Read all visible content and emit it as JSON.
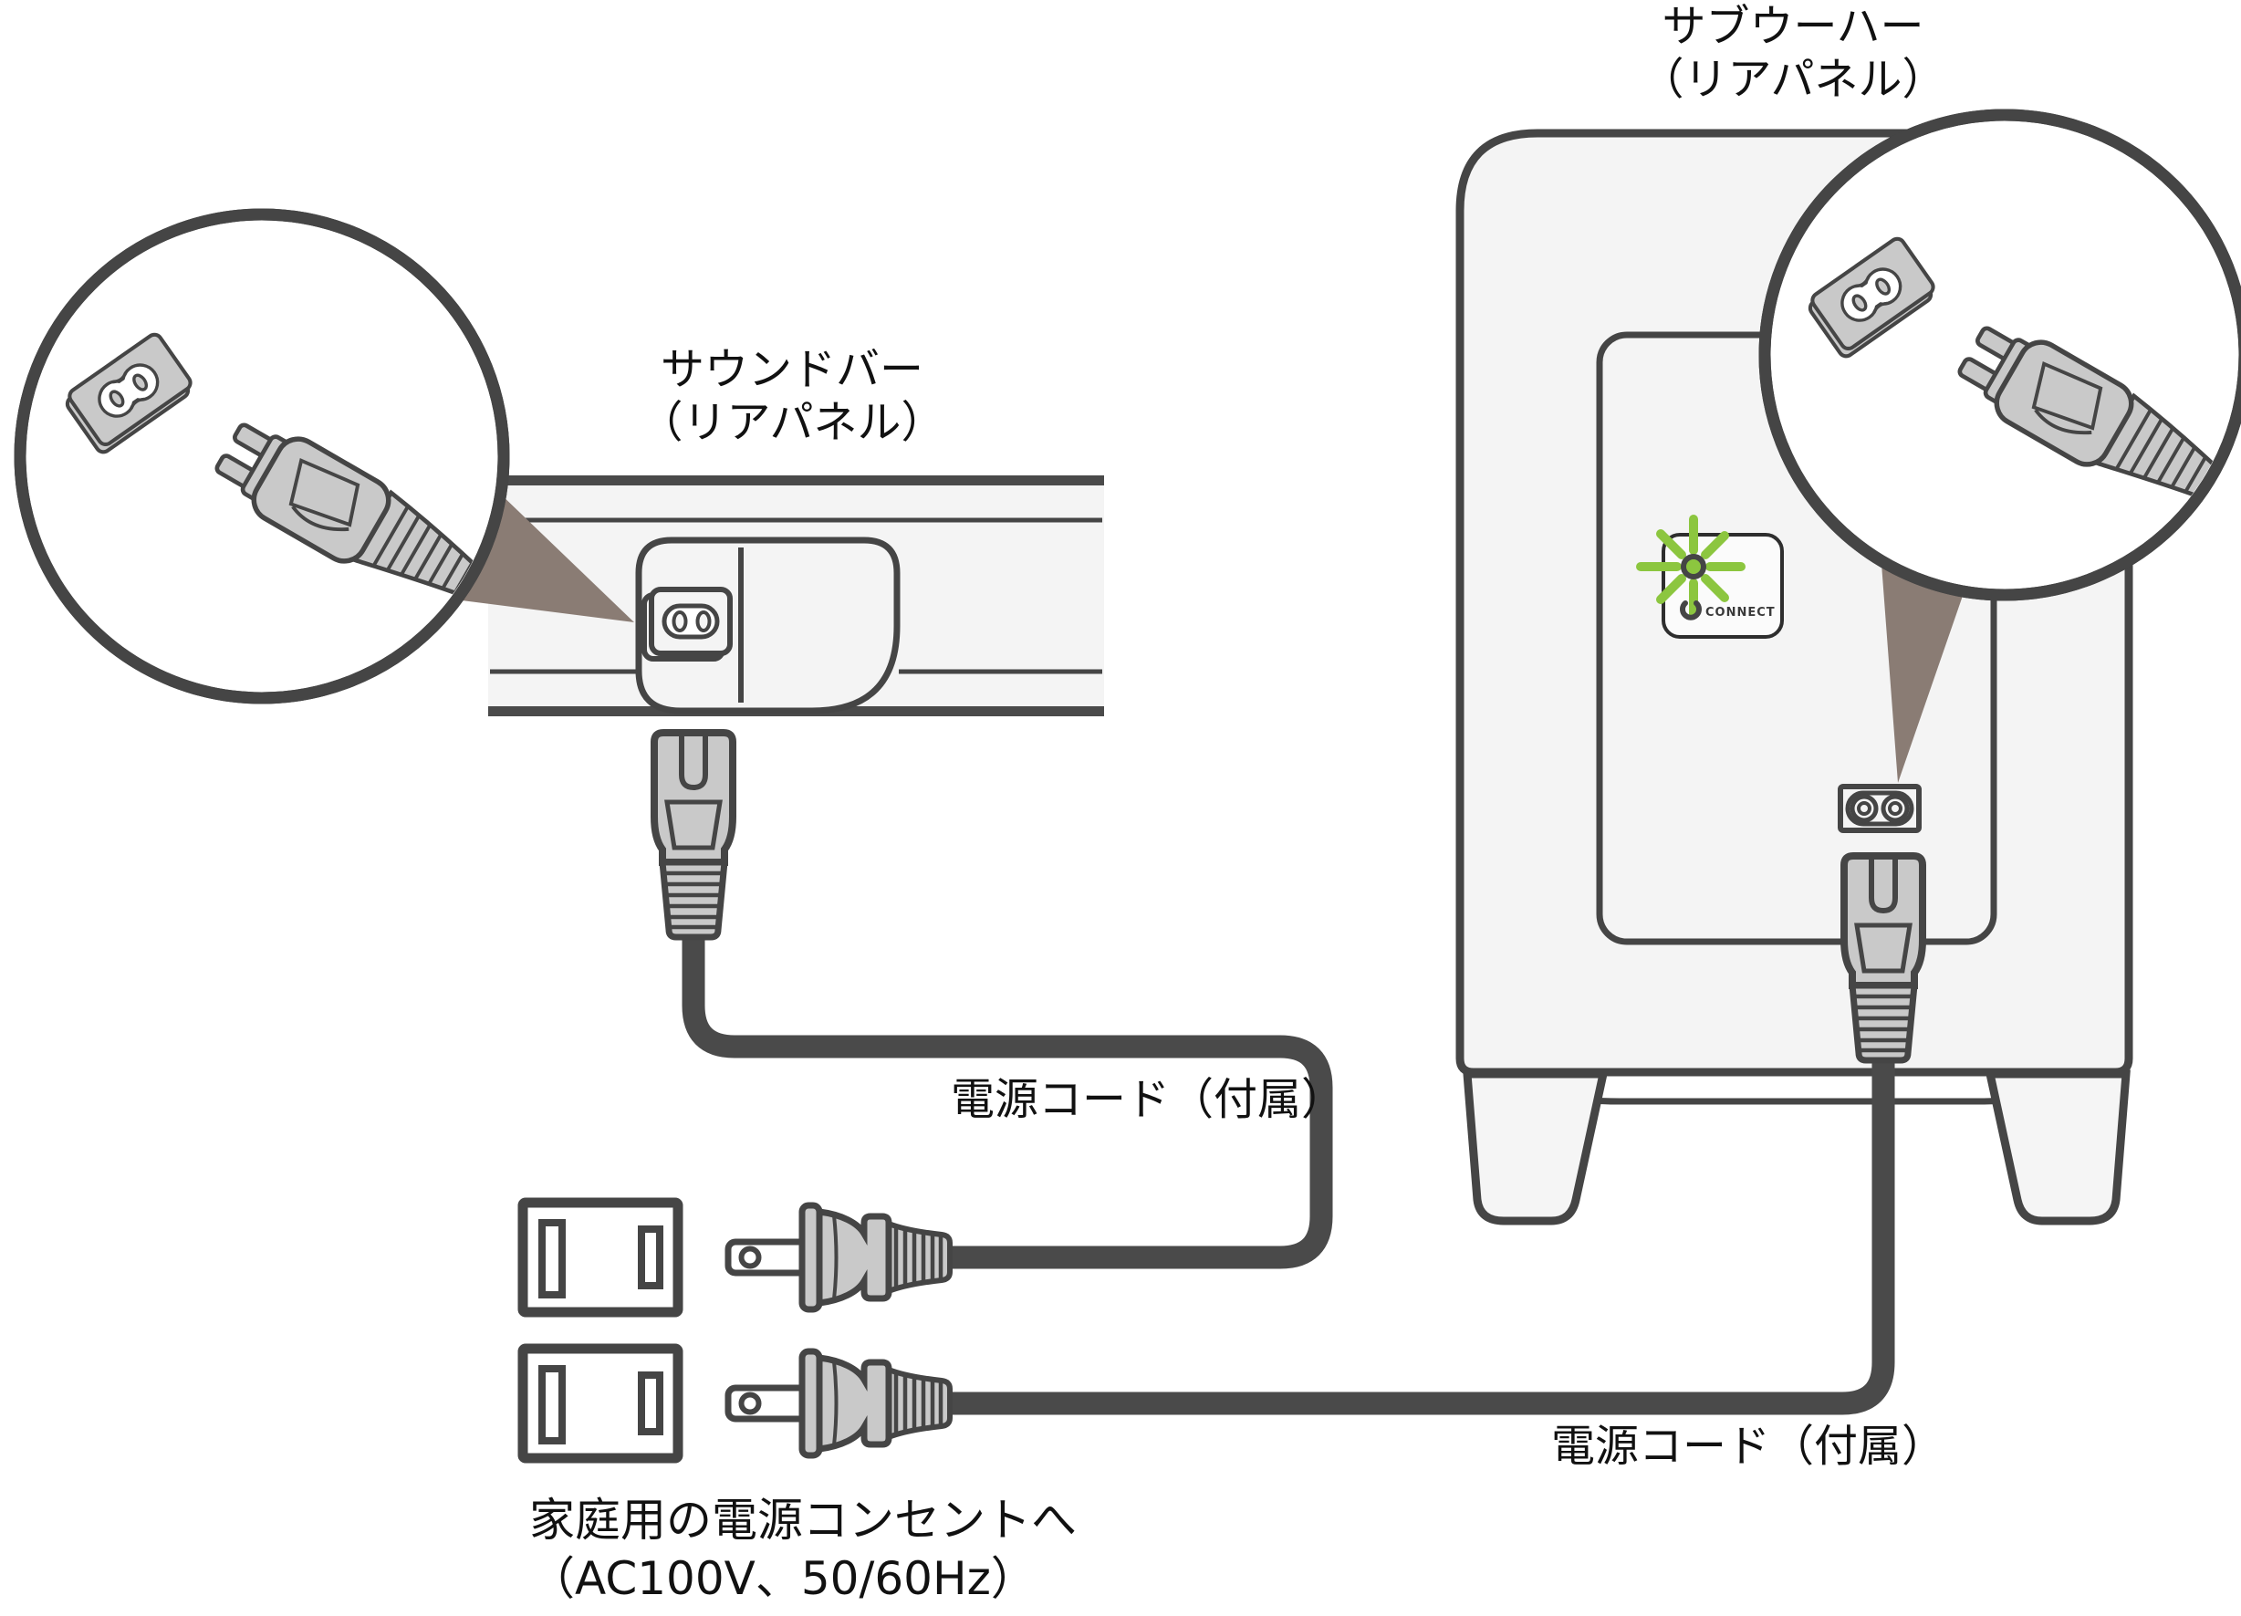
{
  "soundbar": {
    "label_line1": "サウンドバー",
    "label_line2": "（リアパネル）"
  },
  "subwoofer": {
    "label_line1": "サブウーハー",
    "label_line2": "（リアパネル）",
    "connect_badge": "CONNECT"
  },
  "cords": {
    "soundbar_cord_label": "電源コード（付属）",
    "subwoofer_cord_label": "電源コード（付属）"
  },
  "outlet_note": {
    "line1": "家庭用の電源コンセントへ",
    "line2": "（AC100V、50/60Hz）"
  },
  "icons": {
    "connect_burst": "connect-burst-icon",
    "power_ring": "power-ring-icon",
    "ac_inlet": "ac-inlet-figure8-icon",
    "magnifier_left": "magnified-soundbar-plug",
    "magnifier_right": "magnified-subwoofer-plug"
  },
  "colors": {
    "outline": "#454545",
    "cable": "#4a4a4a",
    "device_fill": "#f4f4f4",
    "plug_fill": "#c9c9c9",
    "pointer_wedge": "#8a7c74",
    "connect_green": "#8cc63f",
    "text": "#111111"
  }
}
